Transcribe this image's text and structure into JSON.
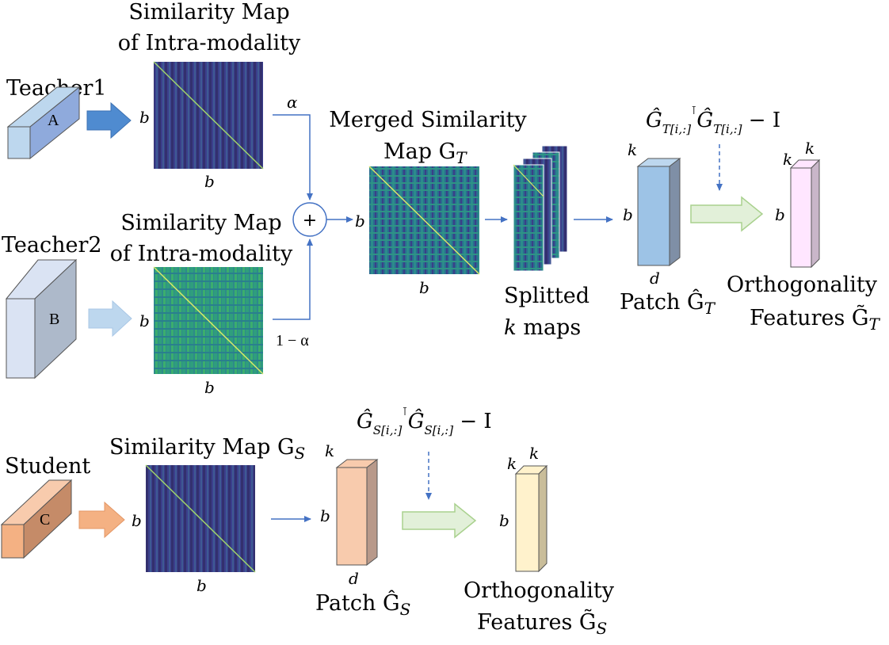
{
  "teacher1": {
    "label": "Teacher1",
    "letter": "A"
  },
  "teacher2": {
    "label": "Teacher2",
    "letter": "B"
  },
  "student": {
    "label": "Student",
    "letter": "C"
  },
  "sim1": {
    "title1": "Similarity Map",
    "title2": "of Intra-modality",
    "side": "b",
    "bottom": "b"
  },
  "sim2": {
    "title1": "Similarity Map",
    "title2": "of Intra-modality",
    "side": "b",
    "bottom": "b"
  },
  "weights": {
    "alpha": "α",
    "one_minus_alpha": "1 − α",
    "plus": "+"
  },
  "merged": {
    "title1": "Merged Similarity",
    "title2": "Map G",
    "title2_sub": "T",
    "side": "b",
    "bottom": "b"
  },
  "split": {
    "line1": "Splitted",
    "line2_k": "k",
    "line2_rest": " maps"
  },
  "patch_t": {
    "k": "k",
    "b": "b",
    "d": "d",
    "label": "Patch Ĝ",
    "label_sub": "T"
  },
  "formula_t": {
    "text": "Ĝ",
    "sub": "T[i,:]",
    "sup": "⊺",
    "text2": "Ĝ",
    "sub2": "T[i,:]",
    "tail": " − I"
  },
  "ortho_t": {
    "k_top": "k",
    "k_left": "k",
    "b": "b",
    "line1": "Orthogonality",
    "line2": "Features G̃",
    "line2_sub": "T"
  },
  "sim_s": {
    "title": "Similarity Map G",
    "title_sub": "S",
    "side": "b",
    "bottom": "b"
  },
  "patch_s": {
    "k": "k",
    "b": "b",
    "d": "d",
    "label": "Patch Ĝ",
    "label_sub": "S"
  },
  "formula_s": {
    "text": "Ĝ",
    "sub": "S[i,:]",
    "sup": "⊺",
    "text2": "Ĝ",
    "sub2": "S[i,:]",
    "tail": " − I"
  },
  "ortho_s": {
    "k_top": "k",
    "k_left": "k",
    "b": "b",
    "line1": "Orthogonality",
    "line2": "Features G̃",
    "line2_sub": "S"
  }
}
